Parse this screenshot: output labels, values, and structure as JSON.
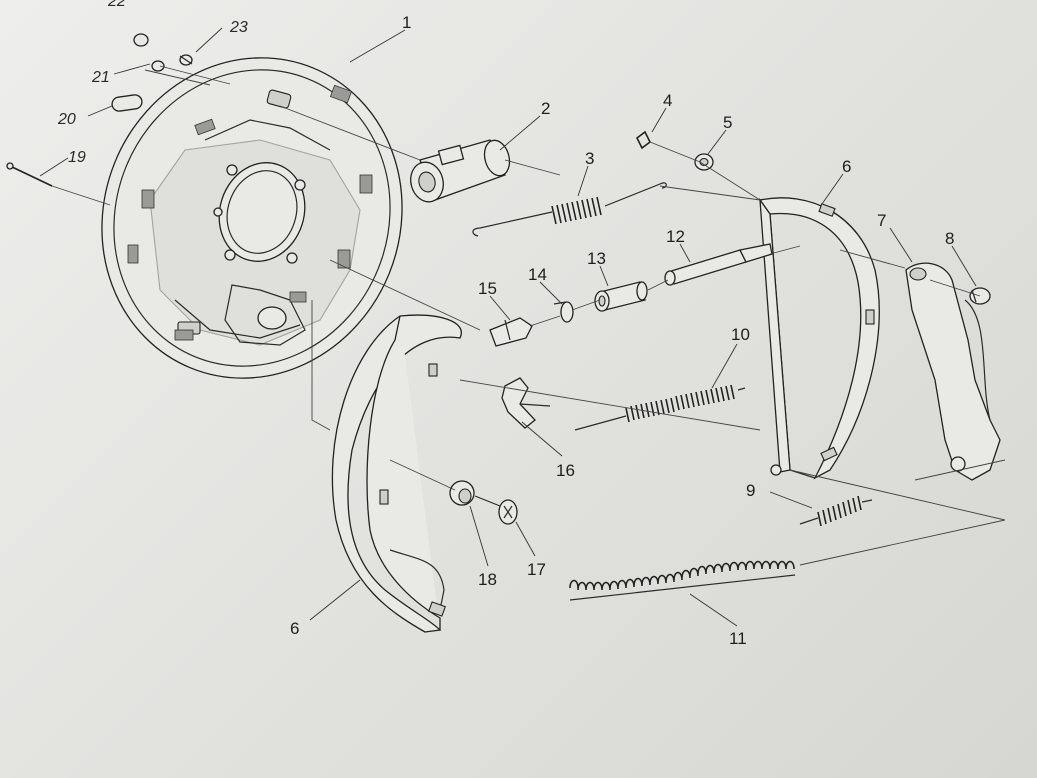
{
  "diagram": {
    "callouts": {
      "c1": "1",
      "c2": "2",
      "c3": "3",
      "c4": "4",
      "c5": "5",
      "c6a": "6",
      "c6b": "6",
      "c7": "7",
      "c8": "8",
      "c9": "9",
      "c10": "10",
      "c11": "11",
      "c12": "12",
      "c13": "13",
      "c14": "14",
      "c15": "15",
      "c16": "16",
      "c17": "17",
      "c18": "18",
      "c19": "19",
      "c20": "20",
      "c21": "21",
      "c22": "22",
      "c23": "23"
    }
  }
}
